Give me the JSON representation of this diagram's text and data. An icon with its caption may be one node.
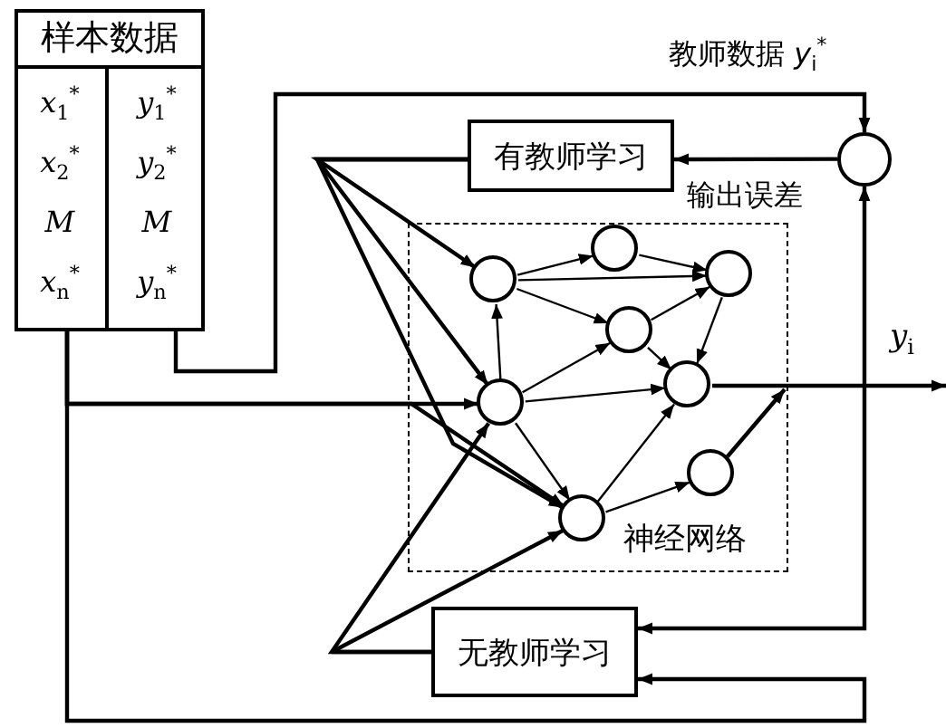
{
  "diagram": {
    "nodes": [
      {
        "text": [
          "样本数据"
        ]
      },
      {
        "text": [
          "*x*$_{1}$$^{*}$ *x*$_{2}$$^{*}$ *M* *x*$_{n}$$^{*}$"
        ],
        "in": 0
      },
      {
        "text": [
          "*y*$_{1}$$^{*}$ *y*$_{2}$$^{*}$ *M* *y*$_{n}$$^{*}$"
        ],
        "in": 0
      },
      {
        "text": [
          "有教师学习"
        ]
      },
      {
        "text": [],
        "shape": "circle"
      },
      {
        "text": [
          "神经网络"
        ]
      },
      {
        "text": [],
        "shape": "circle",
        "in": 5
      },
      {
        "text": [],
        "shape": "circle",
        "in": 5
      },
      {
        "text": [],
        "shape": "circle",
        "in": 5
      },
      {
        "text": [],
        "shape": "circle",
        "in": 5
      },
      {
        "text": [],
        "shape": "circle",
        "in": 5
      },
      {
        "text": [],
        "shape": "circle",
        "in": 5
      },
      {
        "text": [],
        "shape": "circle",
        "in": 5
      },
      {
        "text": [],
        "shape": "circle",
        "in": 5
      },
      {
        "text": [
          "无教师学习"
        ]
      }
    ],
    "edges": [
      {
        "from": 2,
        "to": 4,
        "arrow": "to",
        "label": "教师数据 *y*$_{i}$$^{*}$"
      },
      {
        "from": 4,
        "to": 3,
        "arrow": "to",
        "label": "输出误差"
      },
      {
        "from": 3,
        "to": 6,
        "arrow": "to"
      },
      {
        "from": 3,
        "to": 10,
        "arrow": "to"
      },
      {
        "from": 3,
        "to": 13,
        "arrow": "to"
      },
      {
        "from": 1,
        "to": 10,
        "arrow": "to"
      },
      {
        "from": 1,
        "to": 13,
        "arrow": "to"
      },
      {
        "from": 1,
        "to": 14,
        "arrow": "to"
      },
      {
        "from": 14,
        "to": 10,
        "arrow": "to"
      },
      {
        "from": 14,
        "to": 13,
        "arrow": "to"
      },
      {
        "from": 6,
        "to": 7,
        "arrow": "to"
      },
      {
        "from": 6,
        "to": 8,
        "arrow": "to"
      },
      {
        "from": 6,
        "to": 9,
        "arrow": "to"
      },
      {
        "from": 7,
        "to": 8,
        "arrow": "to"
      },
      {
        "from": 9,
        "to": 8,
        "arrow": "to"
      },
      {
        "from": 8,
        "to": 11,
        "arrow": "to"
      },
      {
        "from": 10,
        "to": 6,
        "arrow": "to"
      },
      {
        "from": 10,
        "to": 9,
        "arrow": "to"
      },
      {
        "from": 10,
        "to": 11,
        "arrow": "to"
      },
      {
        "from": 10,
        "to": 13,
        "arrow": "to"
      },
      {
        "from": 13,
        "to": 11,
        "arrow": "to"
      },
      {
        "from": 13,
        "to": 12,
        "arrow": "to"
      },
      {
        "from": 9,
        "to": 11,
        "arrow": "to"
      },
      {
        "from": 11,
        "to": null,
        "arrow": "to"
      },
      {
        "from": 12,
        "to": null,
        "arrow": "to"
      },
      {
        "from": null,
        "to": 4,
        "arrow": "to"
      },
      {
        "from": null,
        "to": 14,
        "arrow": "to"
      }
    ],
    "labels": [
      "*y*$_{i}$"
    ]
  }
}
